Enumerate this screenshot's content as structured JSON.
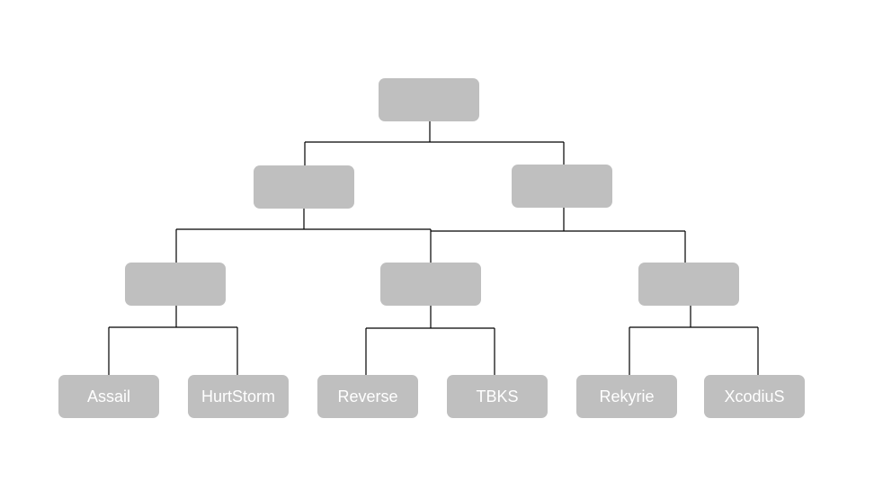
{
  "bracket": {
    "line_color": "#000000",
    "box_color": "#bfbfbf",
    "text_color": "#ffffff",
    "final": {
      "label": ""
    },
    "semifinals": [
      {
        "label": ""
      },
      {
        "label": ""
      }
    ],
    "quarterfinals": [
      {
        "label": ""
      },
      {
        "label": ""
      },
      {
        "label": ""
      }
    ],
    "entrants": [
      {
        "label": "Assail"
      },
      {
        "label": "HurtStorm"
      },
      {
        "label": "Reverse"
      },
      {
        "label": "TBKS"
      },
      {
        "label": "Rekyrie"
      },
      {
        "label": "XcodiuS"
      }
    ]
  }
}
